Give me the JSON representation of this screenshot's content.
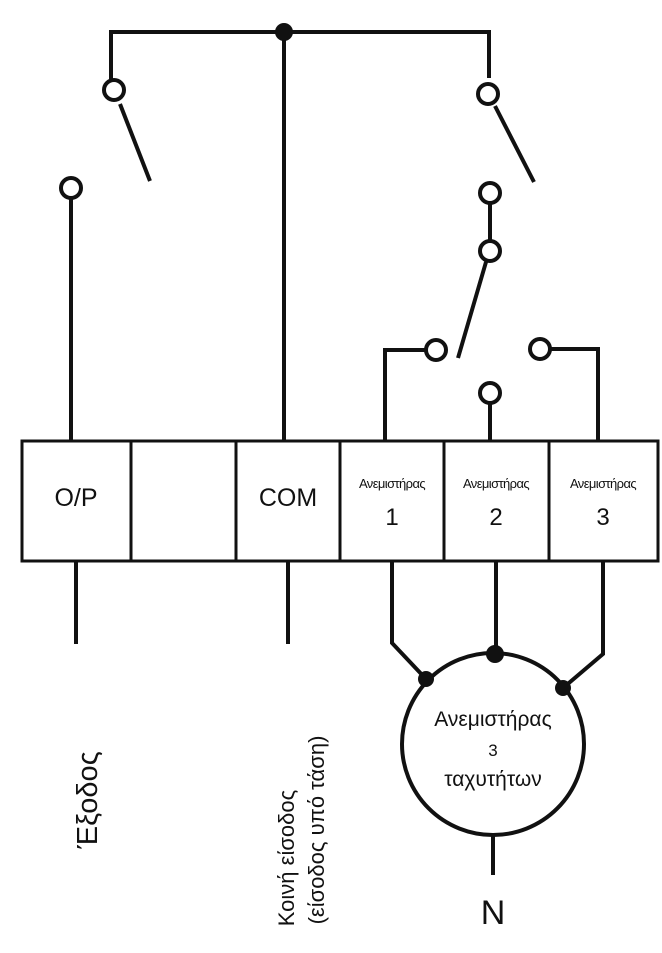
{
  "terminals": [
    {
      "id": "op",
      "label": "O/P"
    },
    {
      "id": "blank",
      "label": ""
    },
    {
      "id": "com",
      "label": "COM"
    },
    {
      "id": "fan1",
      "label": "Ανεμιστήρας",
      "number": "1"
    },
    {
      "id": "fan2",
      "label": "Ανεμιστήρας",
      "number": "2"
    },
    {
      "id": "fan3",
      "label": "Ανεμιστήρας",
      "number": "3"
    }
  ],
  "fan_motor": {
    "line1": "Ανεμιστήρας",
    "line2": "3",
    "line3": "ταχυτήτων",
    "neutral_label": "N"
  },
  "output_label": "Έξοδος",
  "common_label_line1": "Κοινή είσοδος",
  "common_label_line2": "(είσοδος υπό τάση)",
  "colors": {
    "line": "#111111",
    "background": "#ffffff"
  }
}
